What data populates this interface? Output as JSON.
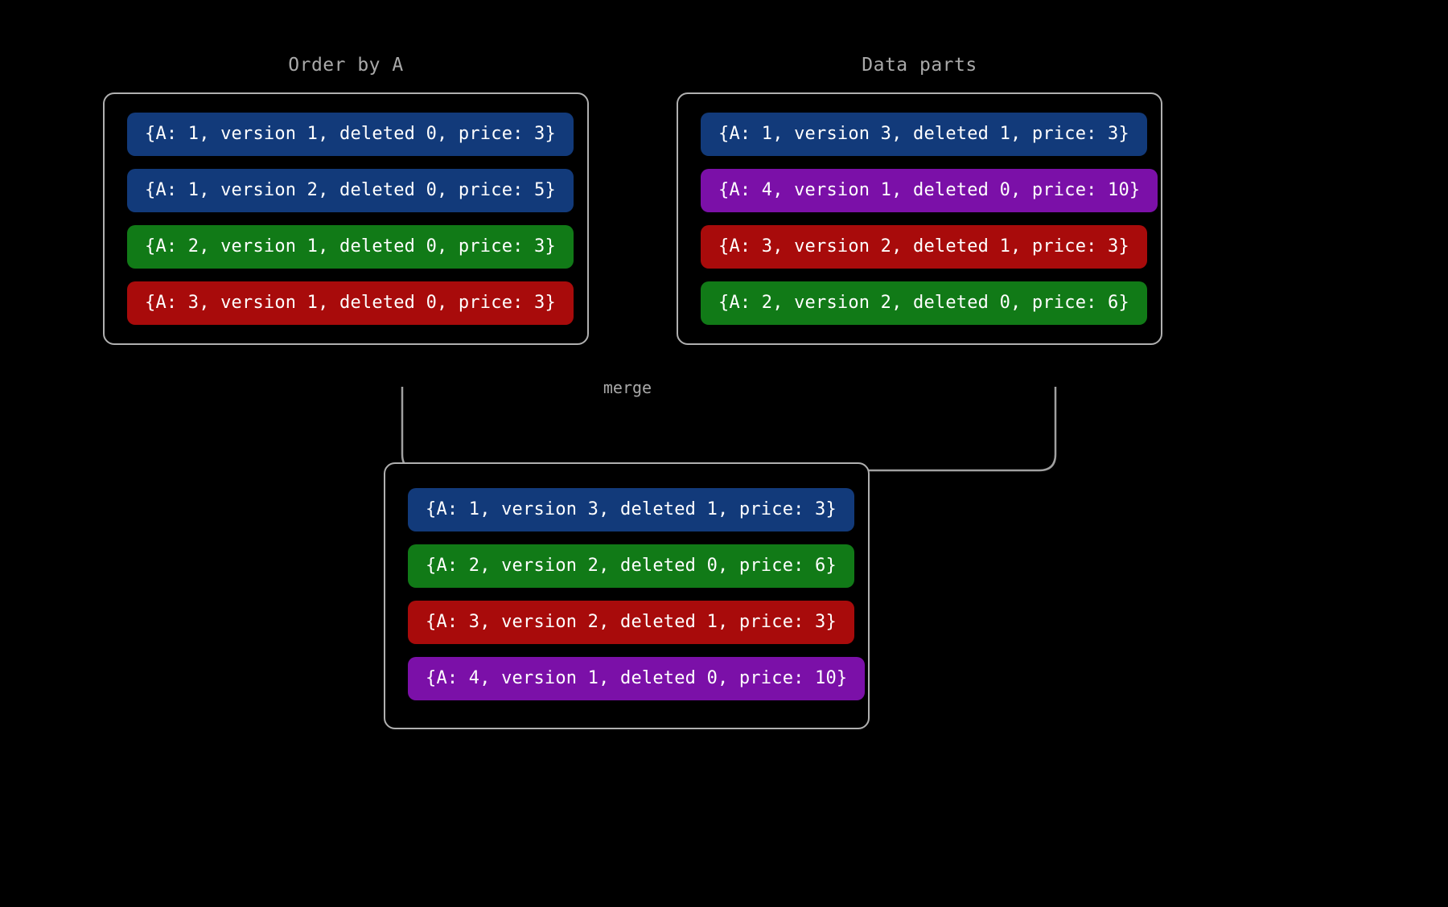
{
  "diagram": {
    "background_color": "#000000",
    "border_color": "#b0b0b0",
    "label_color": "#a9a9a9",
    "connector_label": "merge"
  },
  "palette": {
    "blue": "#123a7a",
    "green": "#117a17",
    "red": "#a80b0b",
    "purple": "#7b10a8"
  },
  "panels": {
    "order_by_a": {
      "title": "Order by A",
      "rows": [
        {
          "text": "{A: 1, version 1, deleted 0, price: 3}",
          "color": "#123a7a",
          "color_name": "blue"
        },
        {
          "text": "{A: 1, version 2, deleted 0, price: 5}",
          "color": "#123a7a",
          "color_name": "blue"
        },
        {
          "text": "{A: 2, version 1, deleted 0, price: 3}",
          "color": "#117a17",
          "color_name": "green"
        },
        {
          "text": "{A: 3, version 1, deleted 0, price: 3}",
          "color": "#a80b0b",
          "color_name": "red"
        }
      ]
    },
    "data_parts": {
      "title": "Data parts",
      "rows": [
        {
          "text": "{A: 1, version 3, deleted 1, price: 3}",
          "color": "#123a7a",
          "color_name": "blue"
        },
        {
          "text": "{A: 4, version 1, deleted 0, price: 10}",
          "color": "#7b10a8",
          "color_name": "purple"
        },
        {
          "text": "{A: 3, version 2, deleted 1, price: 3}",
          "color": "#a80b0b",
          "color_name": "red"
        },
        {
          "text": "{A: 2, version 2, deleted 0, price: 6}",
          "color": "#117a17",
          "color_name": "green"
        }
      ]
    },
    "merged": {
      "title": "",
      "rows": [
        {
          "text": "{A: 1, version 3, deleted 1, price: 3}",
          "color": "#123a7a",
          "color_name": "blue"
        },
        {
          "text": "{A: 2, version 2, deleted 0, price: 6}",
          "color": "#117a17",
          "color_name": "green"
        },
        {
          "text": "{A: 3, version 2, deleted 1, price: 3}",
          "color": "#a80b0b",
          "color_name": "red"
        },
        {
          "text": "{A: 4, version 1, deleted 0, price: 10}",
          "color": "#7b10a8",
          "color_name": "purple"
        }
      ]
    }
  }
}
